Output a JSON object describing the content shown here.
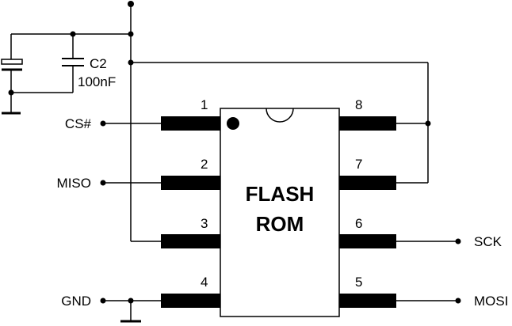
{
  "chip": {
    "line1": "FLASH",
    "line2": "ROM"
  },
  "capacitor": {
    "name": "C2",
    "value": "100nF"
  },
  "pins": [
    {
      "number": "1",
      "signal": "CS#"
    },
    {
      "number": "2",
      "signal": "MISO"
    },
    {
      "number": "3",
      "signal": ""
    },
    {
      "number": "4",
      "signal": "GND"
    },
    {
      "number": "5",
      "signal": "MOSI"
    },
    {
      "number": "6",
      "signal": "SCK"
    },
    {
      "number": "7",
      "signal": ""
    },
    {
      "number": "8",
      "signal": ""
    }
  ]
}
